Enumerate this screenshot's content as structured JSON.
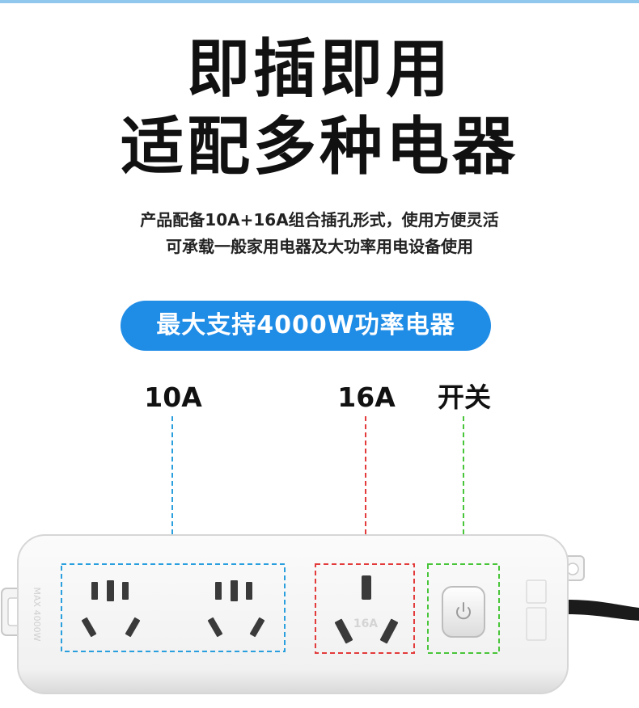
{
  "headline": {
    "line1": "即插即用",
    "line2": "适配多种电器"
  },
  "description": {
    "line1": "产品配备10A+16A组合插孔形式，使用方便灵活",
    "line2": "可承载一般家用电器及大功率用电设备使用"
  },
  "badge": {
    "text": "最大支持4000W功率电器"
  },
  "callouts": {
    "socket_10a": "10A",
    "socket_16a": "16A",
    "switch": "开关"
  },
  "power_strip": {
    "side_print": "MAX 4000W",
    "socket_print": "16A"
  },
  "colors": {
    "accent": "#1f8ce6",
    "callout_10a": "#2a9fde",
    "callout_16a": "#e33b3b",
    "callout_switch": "#49c53a"
  }
}
